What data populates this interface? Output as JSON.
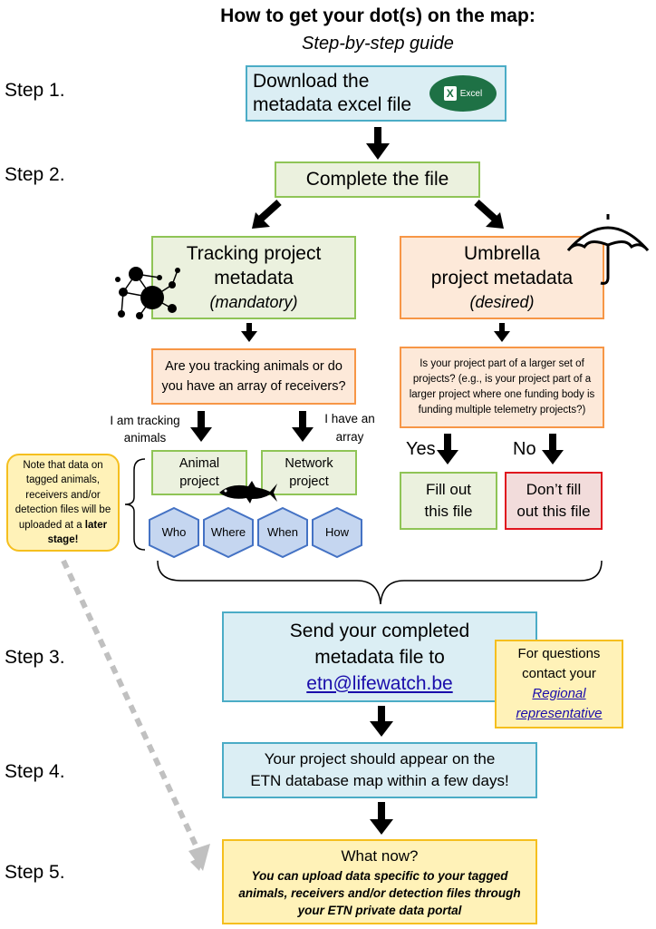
{
  "title": {
    "main": "How to get your dot(s) on the map:",
    "subtitle": "Step-by-step guide"
  },
  "steps": [
    "Step 1.",
    "Step 2.",
    "Step 3.",
    "Step 4.",
    "Step 5."
  ],
  "download_box": {
    "line1": "Download the",
    "line2": "metadata excel file",
    "excel_label": "Excel"
  },
  "complete_box": "Complete the file",
  "tracking_box": {
    "line1": "Tracking project",
    "line2": "metadata",
    "note": "(mandatory)"
  },
  "umbrella_box": {
    "line1": "Umbrella",
    "line2": "project metadata",
    "note": "(desired)"
  },
  "question_box": {
    "line1": "Are you tracking animals or do",
    "line2": "you have an array of receivers?"
  },
  "labels": {
    "tracking_animals_1": "I am tracking",
    "tracking_animals_2": "animals",
    "have_array_1": "I have an",
    "have_array_2": "array"
  },
  "animal_project": {
    "line1": "Animal",
    "line2": "project"
  },
  "network_project": {
    "line1": "Network",
    "line2": "project"
  },
  "hexagons": [
    "Who",
    "Where",
    "When",
    "How"
  ],
  "note_box": {
    "part1": "Note that data on tagged animals, receivers and/or detection files will be uploaded at a ",
    "bold": "later stage!"
  },
  "umbrella_question": "Is your project part of a larger set of projects? (e.g., is your project part of a larger project where one funding body is funding multiple telemetry projects?)",
  "yes_label": "Yes",
  "no_label": "No",
  "fill_out": {
    "line1": "Fill out",
    "line2": "this file"
  },
  "dont_fill": {
    "line1": "Don’t fill",
    "line2": "out this file"
  },
  "send_box": {
    "line1": "Send your completed",
    "line2": "metadata file to",
    "email": "etn@lifewatch.be"
  },
  "questions_box": {
    "line1": "For questions",
    "line2": "contact your",
    "link1": "Regional",
    "link2": "representative"
  },
  "appear_box": {
    "line1": "Your project should appear on the",
    "line2": "ETN database map within a few days!"
  },
  "whatnow_box": {
    "title": "What now?",
    "body": "You can upload data specific to your tagged animals, receivers and/or detection files through your ETN private data portal"
  }
}
